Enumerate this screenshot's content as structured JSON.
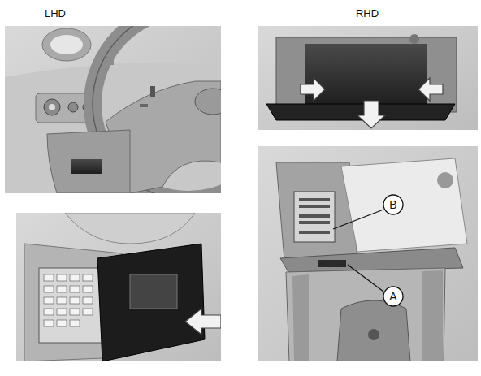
{
  "diagram": {
    "labels": [
      "LHD",
      "RHD",
      "B",
      "A"
    ]
  }
}
